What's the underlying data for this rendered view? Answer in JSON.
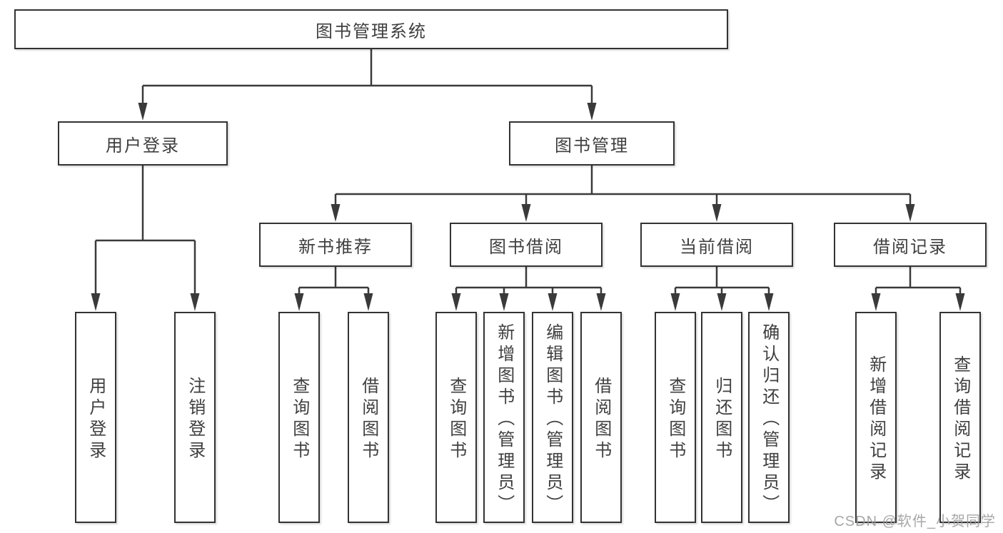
{
  "colors": {
    "line": "#3a3a3a",
    "box_border": "#333333",
    "text": "#3f3f3f",
    "background": "#ffffff",
    "watermark": "#9e9e9e"
  },
  "tree": {
    "root": {
      "label": "图书管理系统"
    },
    "branches": [
      {
        "label": "用户登录",
        "children": [
          {
            "label": "用户登录"
          },
          {
            "label": "注销登录"
          }
        ]
      },
      {
        "label": "图书管理",
        "groups": [
          {
            "label": "新书推荐",
            "children": [
              {
                "label": "查询图书"
              },
              {
                "label": "借阅图书"
              }
            ]
          },
          {
            "label": "图书借阅",
            "children": [
              {
                "label": "查询图书"
              },
              {
                "label": "新增图书（管理员）"
              },
              {
                "label": "编辑图书（管理员）"
              },
              {
                "label": "借阅图书"
              }
            ]
          },
          {
            "label": "当前借阅",
            "children": [
              {
                "label": "查询图书"
              },
              {
                "label": "归还图书"
              },
              {
                "label": "确认归还（管理员）"
              }
            ]
          },
          {
            "label": "借阅记录",
            "children": [
              {
                "label": "新增借阅记录"
              },
              {
                "label": "查询借阅记录"
              }
            ]
          }
        ]
      }
    ]
  },
  "watermark": {
    "text": "CSDN @软件_小贺同学"
  }
}
